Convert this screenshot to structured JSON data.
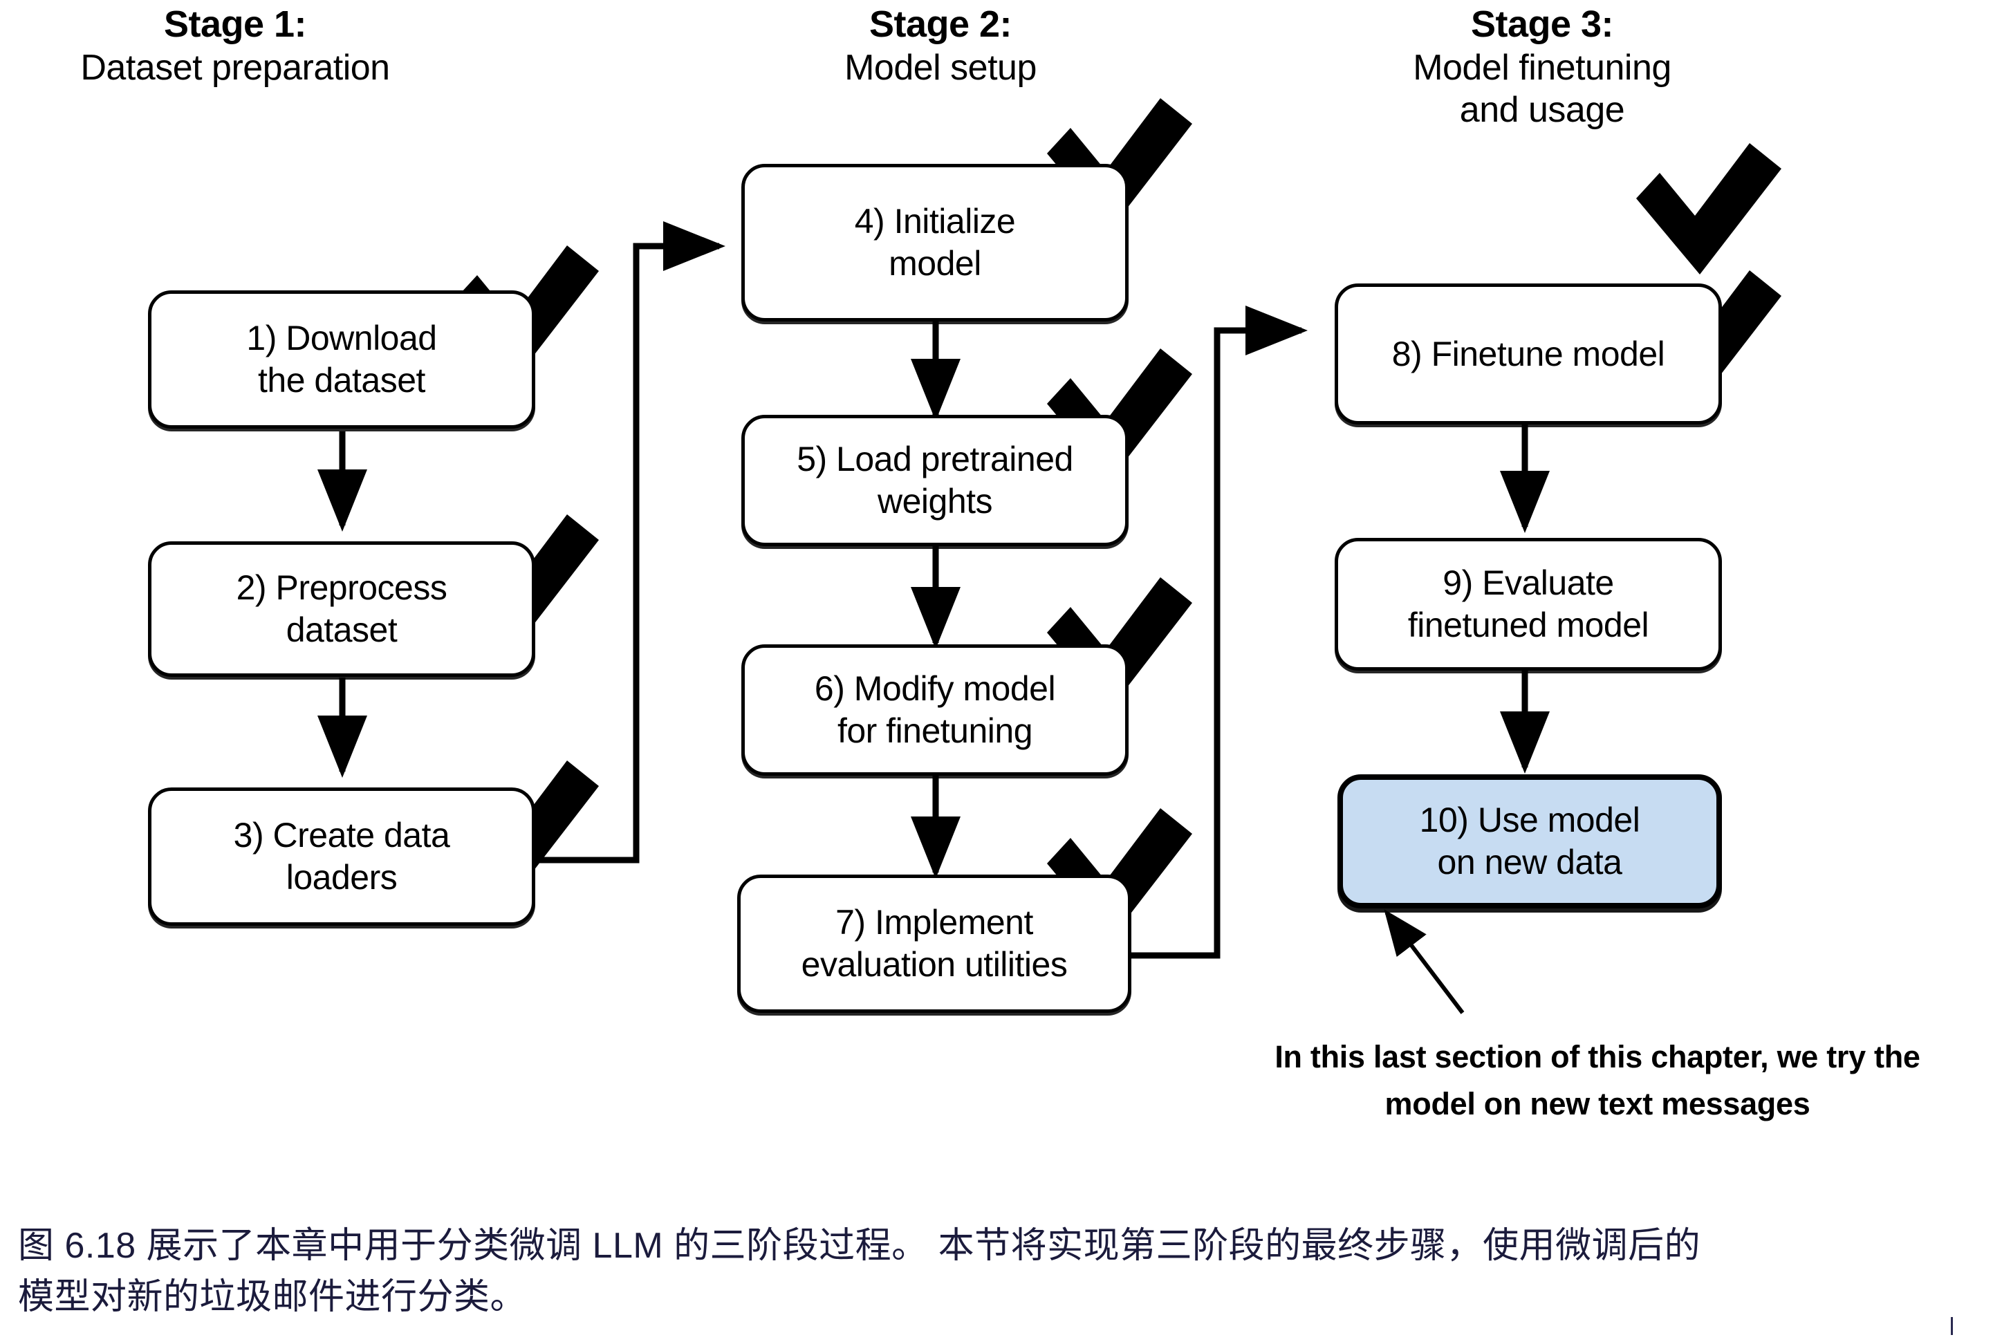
{
  "figure": {
    "type": "flowchart",
    "stages": [
      {
        "id": "stage-1",
        "label": "Stage 1:",
        "description": "Dataset preparation",
        "nodes": [
          {
            "id": "node-1",
            "line1": "1) Download",
            "line2": "the dataset",
            "checked": true,
            "highlighted": false
          },
          {
            "id": "node-2",
            "line1": "2) Preprocess",
            "line2": "dataset",
            "checked": true,
            "highlighted": false
          },
          {
            "id": "node-3",
            "line1": "3) Create data",
            "line2": "loaders",
            "checked": true,
            "highlighted": false
          }
        ]
      },
      {
        "id": "stage-2",
        "label": "Stage 2:",
        "description": "Model setup",
        "nodes": [
          {
            "id": "node-4",
            "line1": "4) Initialize",
            "line2": "model",
            "checked": true,
            "highlighted": false
          },
          {
            "id": "node-5",
            "line1": "5) Load pretrained",
            "line2": "weights",
            "checked": true,
            "highlighted": false
          },
          {
            "id": "node-6",
            "line1": "6) Modify model",
            "line2": "for finetuning",
            "checked": true,
            "highlighted": false
          },
          {
            "id": "node-7",
            "line1": "7) Implement",
            "line2": "evaluation utilities",
            "checked": true,
            "highlighted": false
          }
        ]
      },
      {
        "id": "stage-3",
        "label": "Stage 3:",
        "description_line1": "Model finetuning",
        "description_line2": "and usage",
        "nodes": [
          {
            "id": "node-8",
            "line1": "8) Finetune model",
            "line2": "",
            "checked": true,
            "highlighted": false
          },
          {
            "id": "node-9",
            "line1": "9) Evaluate",
            "line2": "finetuned model",
            "checked": true,
            "highlighted": false
          },
          {
            "id": "node-10",
            "line1": "10) Use model",
            "line2": "on new data",
            "checked": false,
            "highlighted": true
          }
        ]
      }
    ],
    "annotation": {
      "line1": "In this last section of this chapter, we try the",
      "line2": "model on new text messages"
    },
    "colors": {
      "highlight_fill": "#c7dcf2",
      "stroke": "#000000",
      "caption_text": "#1b1b3c"
    }
  },
  "caption": {
    "line1": "图 6.18 展示了本章中用于分类微调 LLM 的三阶段过程。 本节将实现第三阶段的最终步骤，使用微调后的",
    "line2": "模型对新的垃圾邮件进行分类。"
  }
}
